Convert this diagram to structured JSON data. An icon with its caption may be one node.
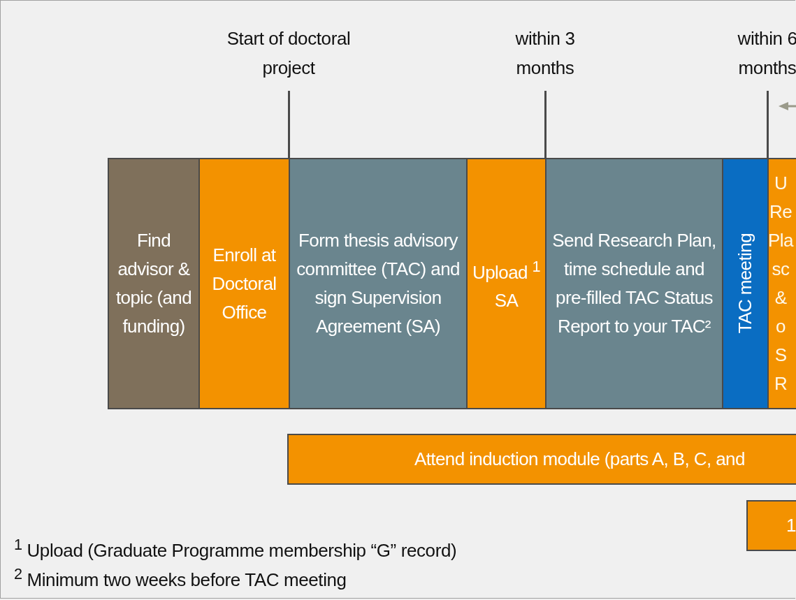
{
  "diagram": {
    "nodes": [
      {
        "text": [
          "Find advisor & topic (and funding)"
        ]
      },
      {
        "text": [
          "Enroll at Doctoral Office"
        ]
      },
      {
        "text": [
          "Form thesis advisory committee (TAC) and sign Supervision Agreement (SA)"
        ]
      },
      {
        "text": [
          "Upload $^{1}$ SA"
        ]
      },
      {
        "text": [
          "Send Research Plan, time schedule and pre-filled TAC Status Report to your TAC²"
        ]
      },
      {
        "text": [
          "TAC meeting"
        ]
      },
      {
        "text": [
          "U Re Pla sc & o S R"
        ]
      },
      {
        "text": [
          "Attend induction module (parts A, B, C, and"
        ]
      },
      {
        "text": [
          "1"
        ]
      }
    ],
    "edges": [],
    "labels": [
      "Start of doctoral project",
      "within 3 months",
      "within 6 months",
      "$^{1}$ Upload (Graduate Programme membership “G” record)",
      "$^{2}$ Minimum two weeks before TAC meeting"
    ]
  }
}
